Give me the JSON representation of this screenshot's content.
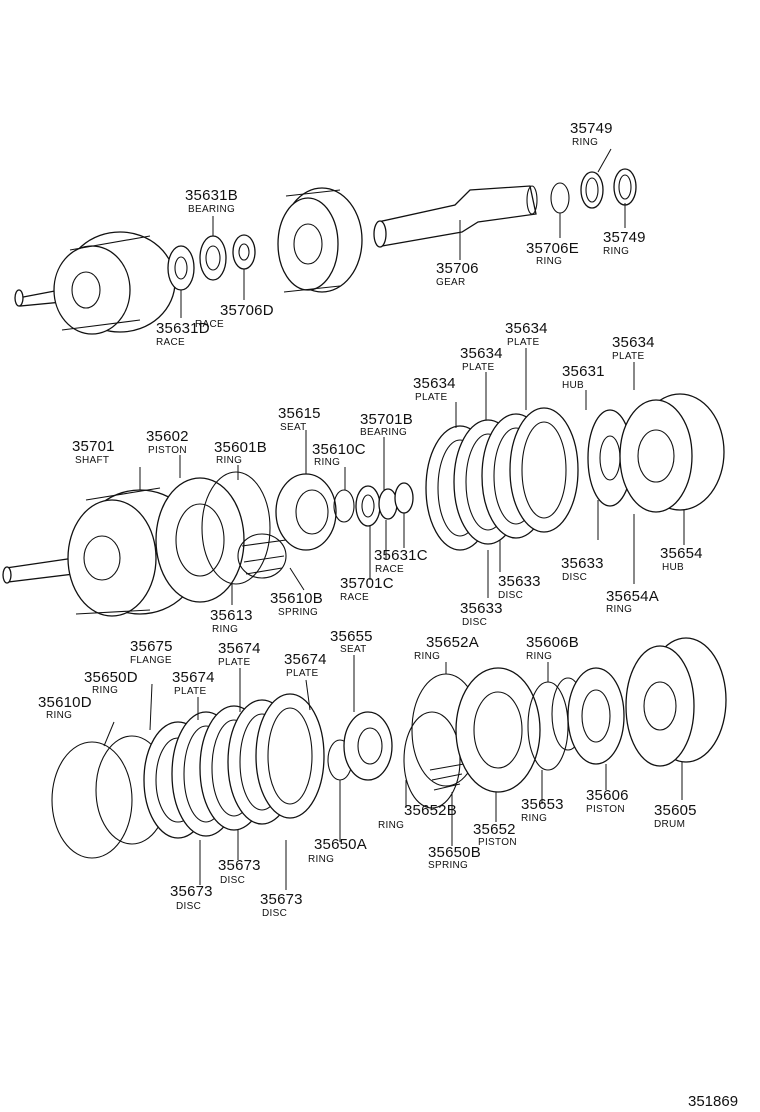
{
  "figure_number": "351869",
  "callouts": {
    "c35749a": {
      "num": "35749",
      "name": "RING"
    },
    "c35749b": {
      "num": "35749",
      "name": "RING"
    },
    "c35631B": {
      "num": "35631B",
      "name": "BEARING"
    },
    "c35706E": {
      "num": "35706E",
      "name": "RING"
    },
    "c35706": {
      "num": "35706",
      "name": "GEAR"
    },
    "c35631D": {
      "num": "35631D",
      "name": "RACE"
    },
    "c35706D": {
      "num": "35706D",
      "name": "RACE"
    },
    "c35634a": {
      "num": "35634",
      "name": "PLATE"
    },
    "c35634b": {
      "num": "35634",
      "name": "PLATE"
    },
    "c35634c": {
      "num": "35634",
      "name": "PLATE"
    },
    "c35634d": {
      "num": "35634",
      "name": "PLATE"
    },
    "c35631": {
      "num": "35631",
      "name": "HUB"
    },
    "c35615": {
      "num": "35615",
      "name": "SEAT"
    },
    "c35701B": {
      "num": "35701B",
      "name": "BEARING"
    },
    "c35701": {
      "num": "35701",
      "name": "SHAFT"
    },
    "c35602": {
      "num": "35602",
      "name": "PISTON"
    },
    "c35601B": {
      "num": "35601B",
      "name": "RING"
    },
    "c35610C": {
      "num": "35610C",
      "name": "RING"
    },
    "c35631C": {
      "num": "35631C",
      "name": "RACE"
    },
    "c35633a": {
      "num": "35633",
      "name": "DISC"
    },
    "c35633b": {
      "num": "35633",
      "name": "DISC"
    },
    "c35633c": {
      "num": "35633",
      "name": "DISC"
    },
    "c35654": {
      "num": "35654",
      "name": "HUB"
    },
    "c35654A": {
      "num": "35654A",
      "name": "RING"
    },
    "c35701C": {
      "num": "35701C",
      "name": "RACE"
    },
    "c35610B": {
      "num": "35610B",
      "name": "SPRING"
    },
    "c35613": {
      "num": "35613",
      "name": "RING"
    },
    "c35675": {
      "num": "35675",
      "name": "FLANGE"
    },
    "c35674a": {
      "num": "35674",
      "name": "PLATE"
    },
    "c35674b": {
      "num": "35674",
      "name": "PLATE"
    },
    "c35674c": {
      "num": "35674",
      "name": "PLATE"
    },
    "c35655": {
      "num": "35655",
      "name": "SEAT"
    },
    "c35652A": {
      "num": "35652A",
      "name": "RING"
    },
    "c35606B": {
      "num": "35606B",
      "name": "RING"
    },
    "c35650D": {
      "num": "35650D",
      "name": "RING"
    },
    "c35610D": {
      "num": "35610D",
      "name": "RING"
    },
    "c35606": {
      "num": "35606",
      "name": "PISTON"
    },
    "c35605": {
      "num": "35605",
      "name": "DRUM"
    },
    "c35653": {
      "num": "35653",
      "name": "RING"
    },
    "c35652": {
      "num": "35652",
      "name": "PISTON"
    },
    "c35652B": {
      "num": "35652B",
      "name": "RING"
    },
    "c35650A": {
      "num": "35650A",
      "name": "RING"
    },
    "c35650B": {
      "num": "35650B",
      "name": "SPRING"
    },
    "c35673a": {
      "num": "35673",
      "name": "DISC"
    },
    "c35673b": {
      "num": "35673",
      "name": "DISC"
    },
    "c35673c": {
      "num": "35673",
      "name": "DISC"
    }
  }
}
